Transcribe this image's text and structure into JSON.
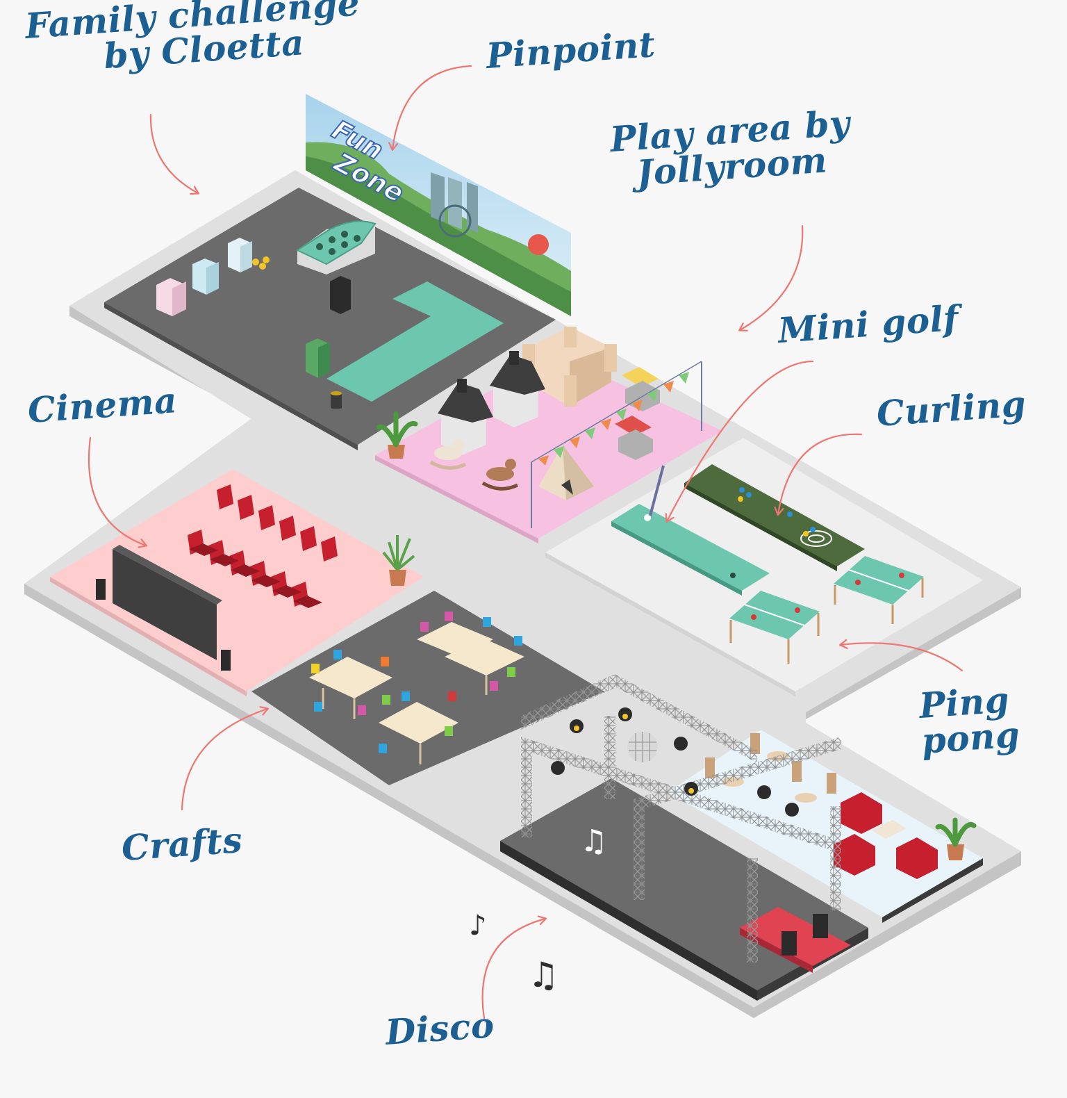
{
  "labels": {
    "family_challenge": [
      "Family challenge",
      "by Cloetta"
    ],
    "pinpoint": "Pinpoint",
    "play_area": [
      "Play area by",
      "Jollyroom"
    ],
    "mini_golf": "Mini golf",
    "curling": "Curling",
    "cinema": "Cinema",
    "crafts": "Crafts",
    "ping_pong": [
      "Ping",
      "pong"
    ],
    "disco": "Disco"
  },
  "banner": {
    "line1": "Fun",
    "line2": "Zone"
  },
  "icons": [
    "music-note-icon",
    "music-note-icon",
    "music-note-icon",
    "arrow-icon"
  ],
  "colors": {
    "label": "#1b5f93",
    "arrow": "#ef7670",
    "floor_base": "#e0e0e0",
    "dark_floor": "#6b6b6b",
    "play_pink": "#f7c1e2",
    "cinema_pink": "#fecece",
    "teal": "#6dc7af",
    "seat_red": "#c6202e",
    "stage_red": "#e04352"
  }
}
